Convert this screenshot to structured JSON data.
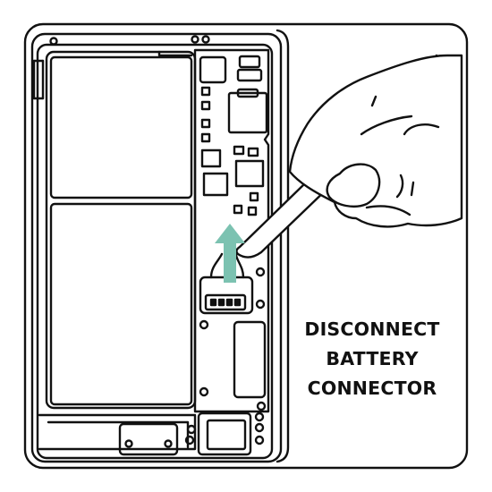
{
  "caption": {
    "lines": [
      "DISCONNECT",
      "BATTERY",
      "CONNECTOR"
    ]
  },
  "icons": {
    "phone": "phone-housing-icon",
    "battery": "battery-cells-icon",
    "board": "logic-board-icon",
    "connector": "battery-connector-icon",
    "arrow": "lift-arrow-icon",
    "hand": "hand-icon",
    "tool": "pry-tool-icon"
  },
  "colors": {
    "line": "#111111",
    "arrow": "#7cc2b1",
    "background": "#ffffff"
  }
}
